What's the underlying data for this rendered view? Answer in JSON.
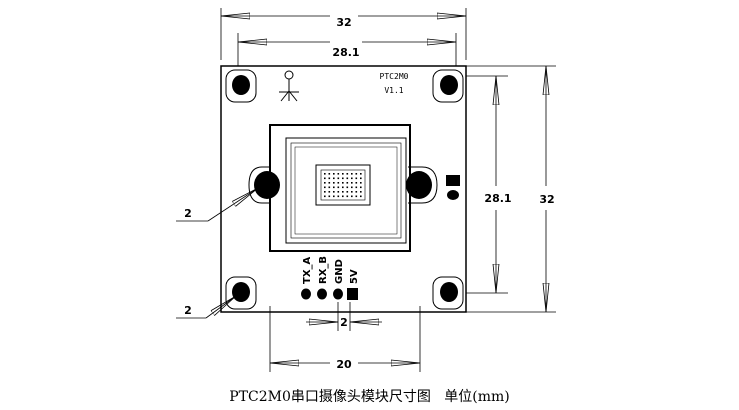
{
  "board": {
    "model": "PTC2M0",
    "version": "V1.1",
    "pins": [
      "TX_A",
      "RX_B",
      "GND",
      "5V"
    ]
  },
  "dimensions": {
    "overall_width": "32",
    "overall_height": "32",
    "hole_spacing_x": "28.1",
    "hole_spacing_y": "28.1",
    "hole_diameter_left": "2",
    "hole_diameter_bottom_left": "2",
    "pin_pitch": "2",
    "pin_span": "20"
  },
  "caption": "PTC2M0串口摄像头模块尺寸图   单位(mm)"
}
